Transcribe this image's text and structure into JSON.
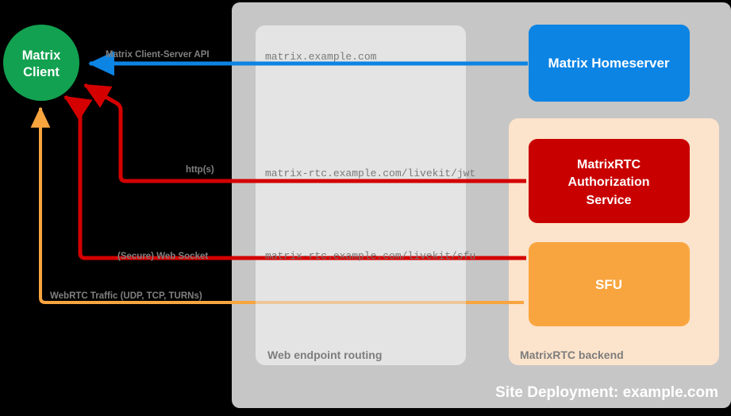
{
  "diagram": {
    "title": "Site Deployment: example.com",
    "background": "#000000"
  },
  "colors": {
    "client": "#10a martin",
    "client_green": "#12a150",
    "homeserver_blue": "#0c84e4",
    "auth_red": "#c90000",
    "sfu_orange": "#f9a53f",
    "backend_peach": "#fce3cb",
    "site_grey": "#c6c6c6",
    "routing_grey": "#e4e4e4",
    "label_grey": "#808080",
    "white": "#ffffff"
  },
  "client": {
    "line1": "Matrix",
    "line2": "Client",
    "name": "Matrix Client"
  },
  "site": {
    "label": "Site Deployment: example.com"
  },
  "routing": {
    "label": "Web endpoint routing",
    "endpoints": [
      {
        "text": "matrix.example.com"
      },
      {
        "text": "matrix-rtc.example.com/livekit/jwt"
      },
      {
        "text": "matrix-rtc.example.com/livekit/sfu"
      }
    ]
  },
  "backend": {
    "label": "MatrixRTC backend"
  },
  "nodes": [
    {
      "id": "homeserver",
      "label": "Matrix Homeserver",
      "lines": [
        "Matrix Homeserver"
      ],
      "color": "#0c84e4"
    },
    {
      "id": "auth",
      "label": "MatrixRTC Authorization Service",
      "lines": [
        "MatrixRTC",
        "Authorization",
        "Service"
      ],
      "color": "#c90000"
    },
    {
      "id": "sfu",
      "label": "SFU",
      "lines": [
        "SFU"
      ],
      "color": "#f9a53f"
    }
  ],
  "connections": [
    {
      "id": "cs-api",
      "label": "Matrix Client-Server API",
      "color": "#0c84e4",
      "from": "Matrix Homeserver",
      "to": "Matrix Client"
    },
    {
      "id": "https",
      "label": "http(s)",
      "color": "#d40000",
      "from": "MatrixRTC Authorization Service",
      "to": "Matrix Client"
    },
    {
      "id": "websocket",
      "label": "(Secure) Web Socket",
      "color": "#d40000",
      "from": "SFU",
      "to": "Matrix Client"
    },
    {
      "id": "webrtc",
      "label": "WebRTC Traffic (UDP, TCP, TURNs)",
      "color": "#f9a53f",
      "from": "SFU",
      "to": "Matrix Client"
    }
  ]
}
